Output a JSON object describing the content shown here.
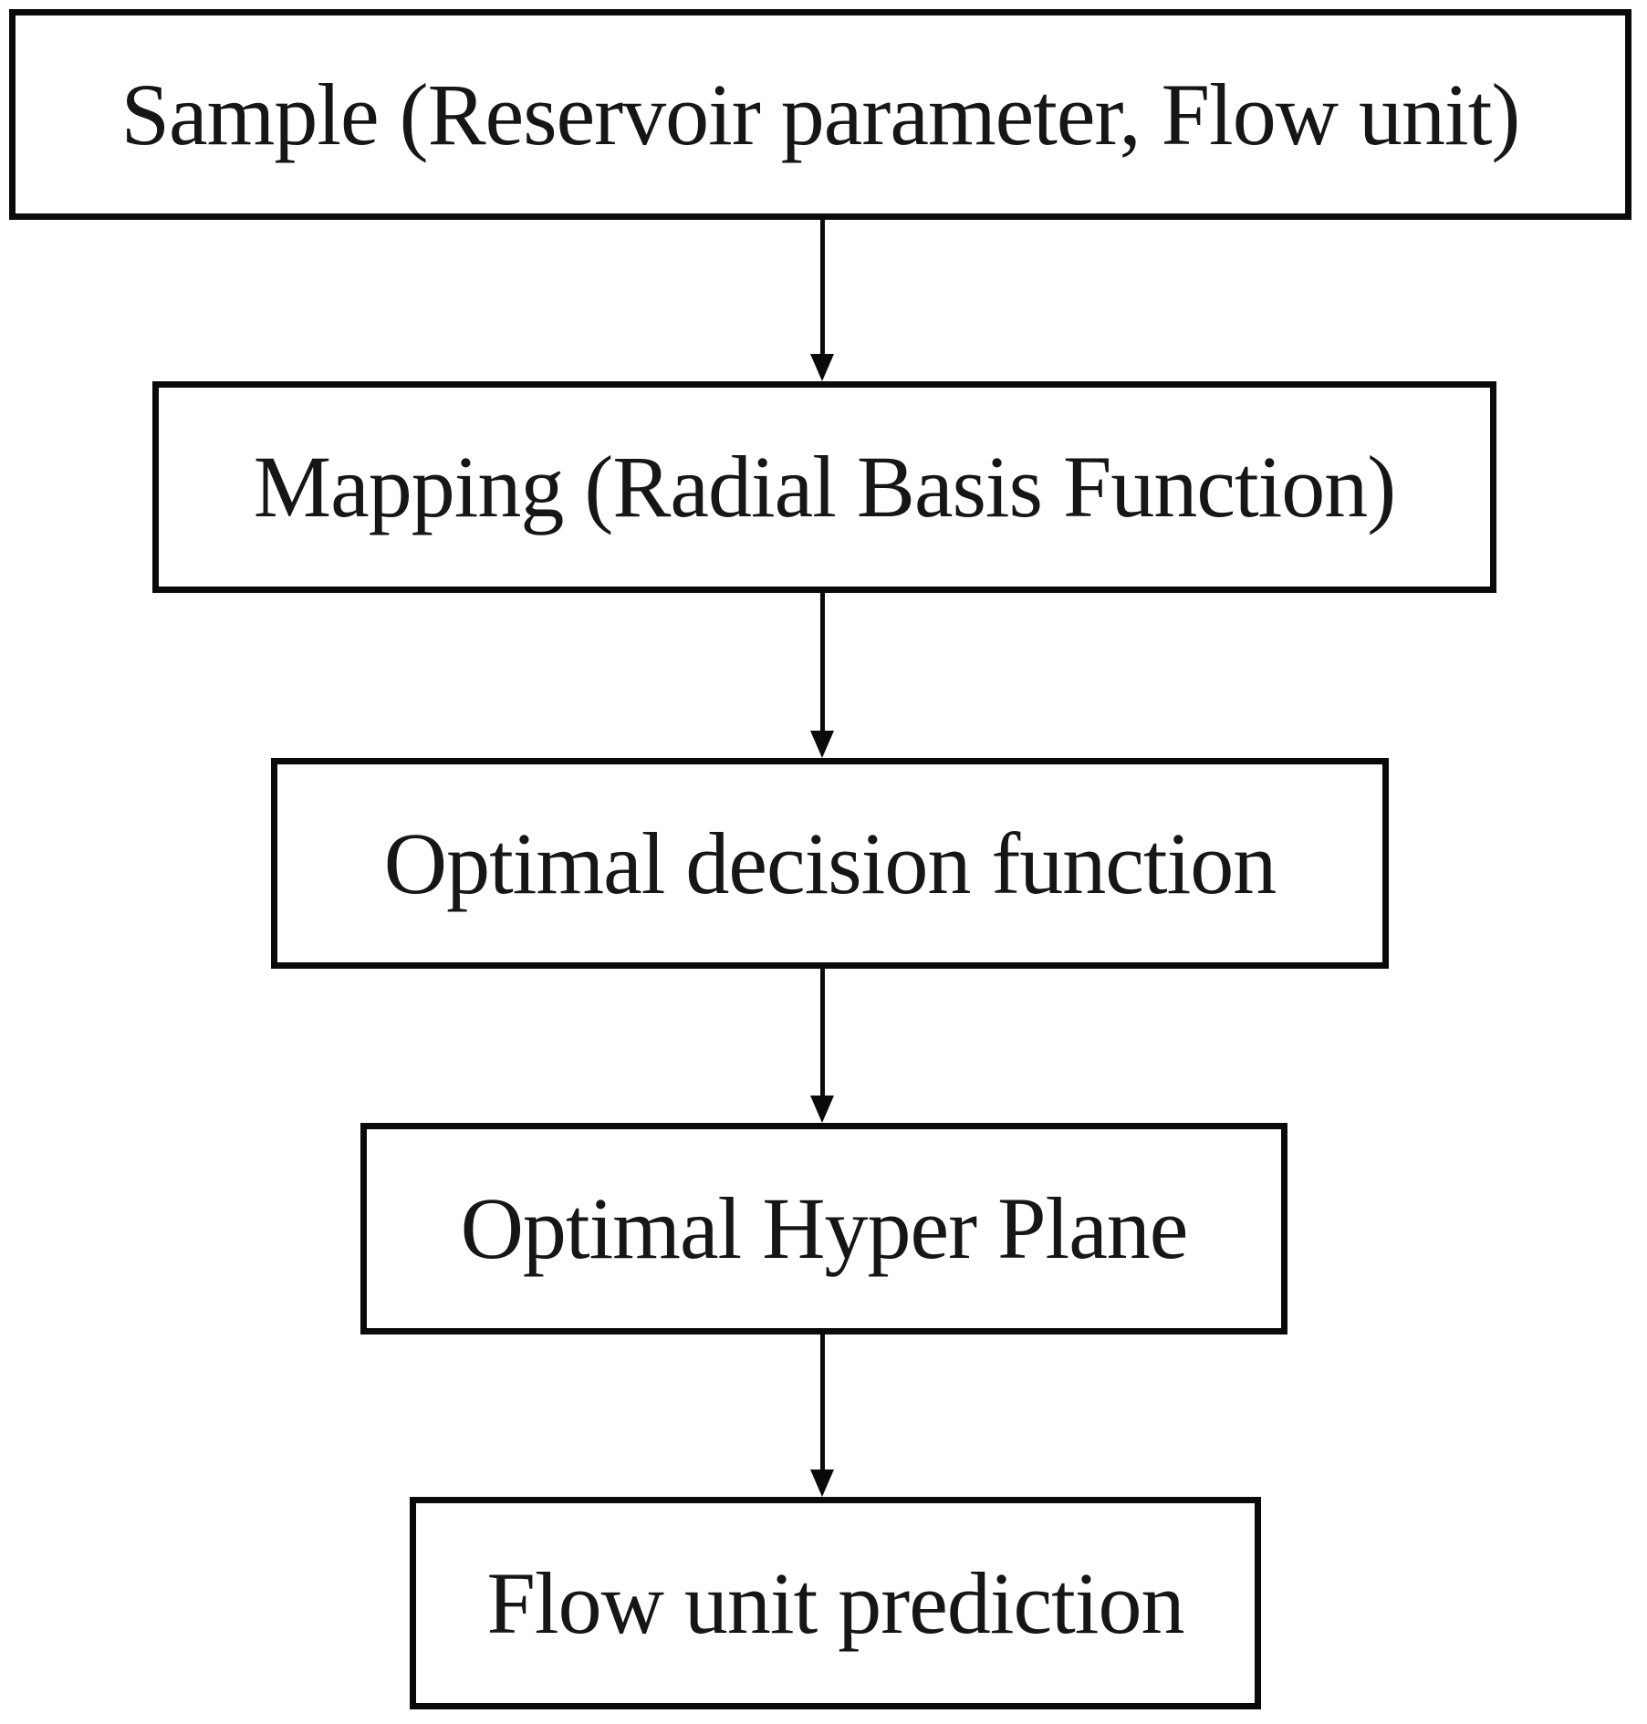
{
  "figure": {
    "type": "flowchart",
    "direction": "top-down",
    "background_color": "#ffffff",
    "box_border_color": "#0a0a0a",
    "box_fill_color": "#ffffff",
    "text_color": "#161616",
    "arrow_color": "#0a0a0a",
    "nodes": [
      {
        "id": "sample",
        "label": "Sample (Reservoir parameter, Flow unit)"
      },
      {
        "id": "mapping",
        "label": "Mapping (Radial Basis Function)"
      },
      {
        "id": "decision",
        "label": "Optimal decision function"
      },
      {
        "id": "hyperplane",
        "label": "Optimal Hyper Plane"
      },
      {
        "id": "prediction",
        "label": "Flow unit prediction"
      }
    ],
    "edges": [
      {
        "from": "sample",
        "to": "mapping"
      },
      {
        "from": "mapping",
        "to": "decision"
      },
      {
        "from": "decision",
        "to": "hyperplane"
      },
      {
        "from": "hyperplane",
        "to": "prediction"
      }
    ]
  }
}
